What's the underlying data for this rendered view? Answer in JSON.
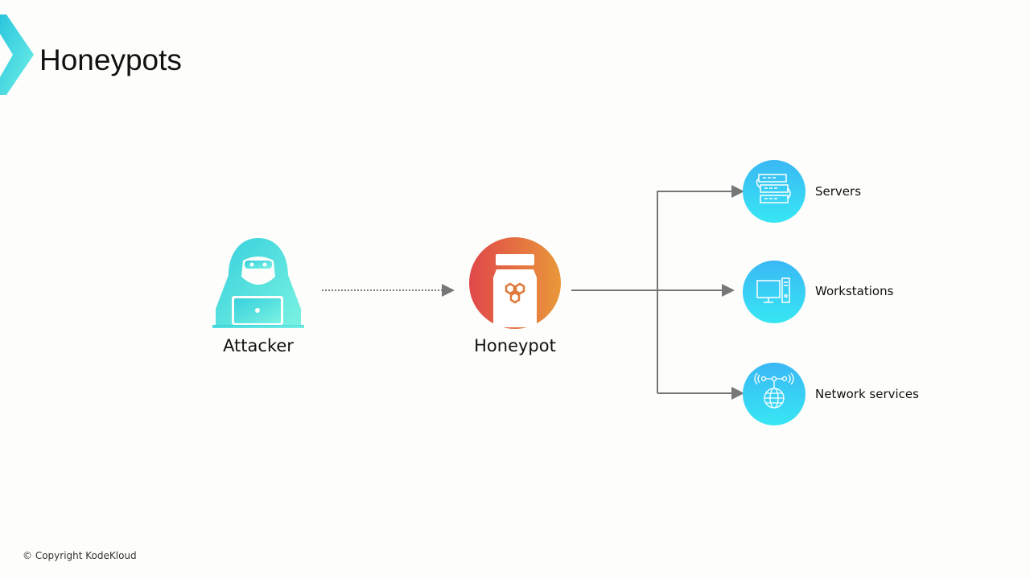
{
  "title": "Honeypots",
  "nodes": {
    "attacker": "Attacker",
    "honeypot": "Honeypot"
  },
  "targets": [
    {
      "label": "Servers",
      "icon": "server-rack-icon"
    },
    {
      "label": "Workstations",
      "icon": "desktop-computer-icon"
    },
    {
      "label": "Network services",
      "icon": "network-globe-icon"
    }
  ],
  "footer": "© Copyright KodeKloud",
  "colors": {
    "accent_cyan": "#3ee0e0",
    "honeypot_start": "#e0474a",
    "honeypot_end": "#e9983a",
    "target_blue": "#3ab8f5"
  }
}
